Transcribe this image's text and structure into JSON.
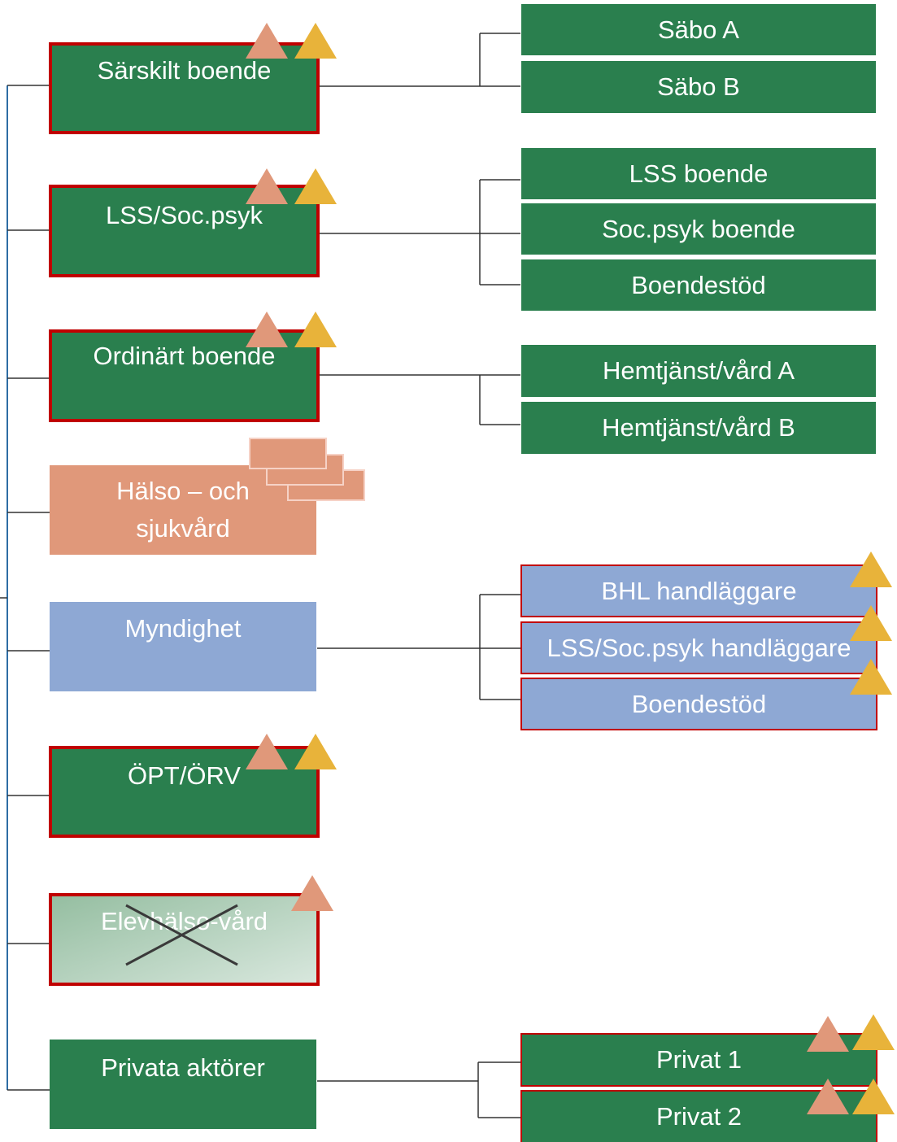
{
  "left_boxes": {
    "sarskilt_boende": "Särskilt boende",
    "lss_socpsyk": "LSS/Soc.psyk",
    "ordinart_boende": "Ordinärt boende",
    "halso_sjukvard_line1": "Hälso – och",
    "halso_sjukvard_line2": "sjukvård",
    "myndighet": "Myndighet",
    "opt_orv": "ÖPT/ÖRV",
    "elevhalsovard": "Elevhälso-vård",
    "privata_aktorer": "Privata aktörer"
  },
  "right_boxes": {
    "sabo_a": "Säbo A",
    "sabo_b": "Säbo B",
    "lss_boende": "LSS boende",
    "socpsyk_boende": "Soc.psyk boende",
    "boendestod_1": "Boendestöd",
    "hemtjanst_a": "Hemtjänst/vård A",
    "hemtjanst_b": "Hemtjänst/vård B",
    "bhl_handlaggare": "BHL handläggare",
    "lss_socpsyk_handlaggare": "LSS/Soc.psyk handläggare",
    "boendestod_2": "Boendestöd",
    "privat_1": "Privat 1",
    "privat_2": "Privat 2"
  },
  "colors": {
    "green": "#2a7f4e",
    "red_border": "#c00000",
    "salmon": "#e0987a",
    "blue": "#8ea8d4",
    "yellow_marker": "#e8b33a",
    "connector": "#333333",
    "trunk": "#2e6da4"
  }
}
